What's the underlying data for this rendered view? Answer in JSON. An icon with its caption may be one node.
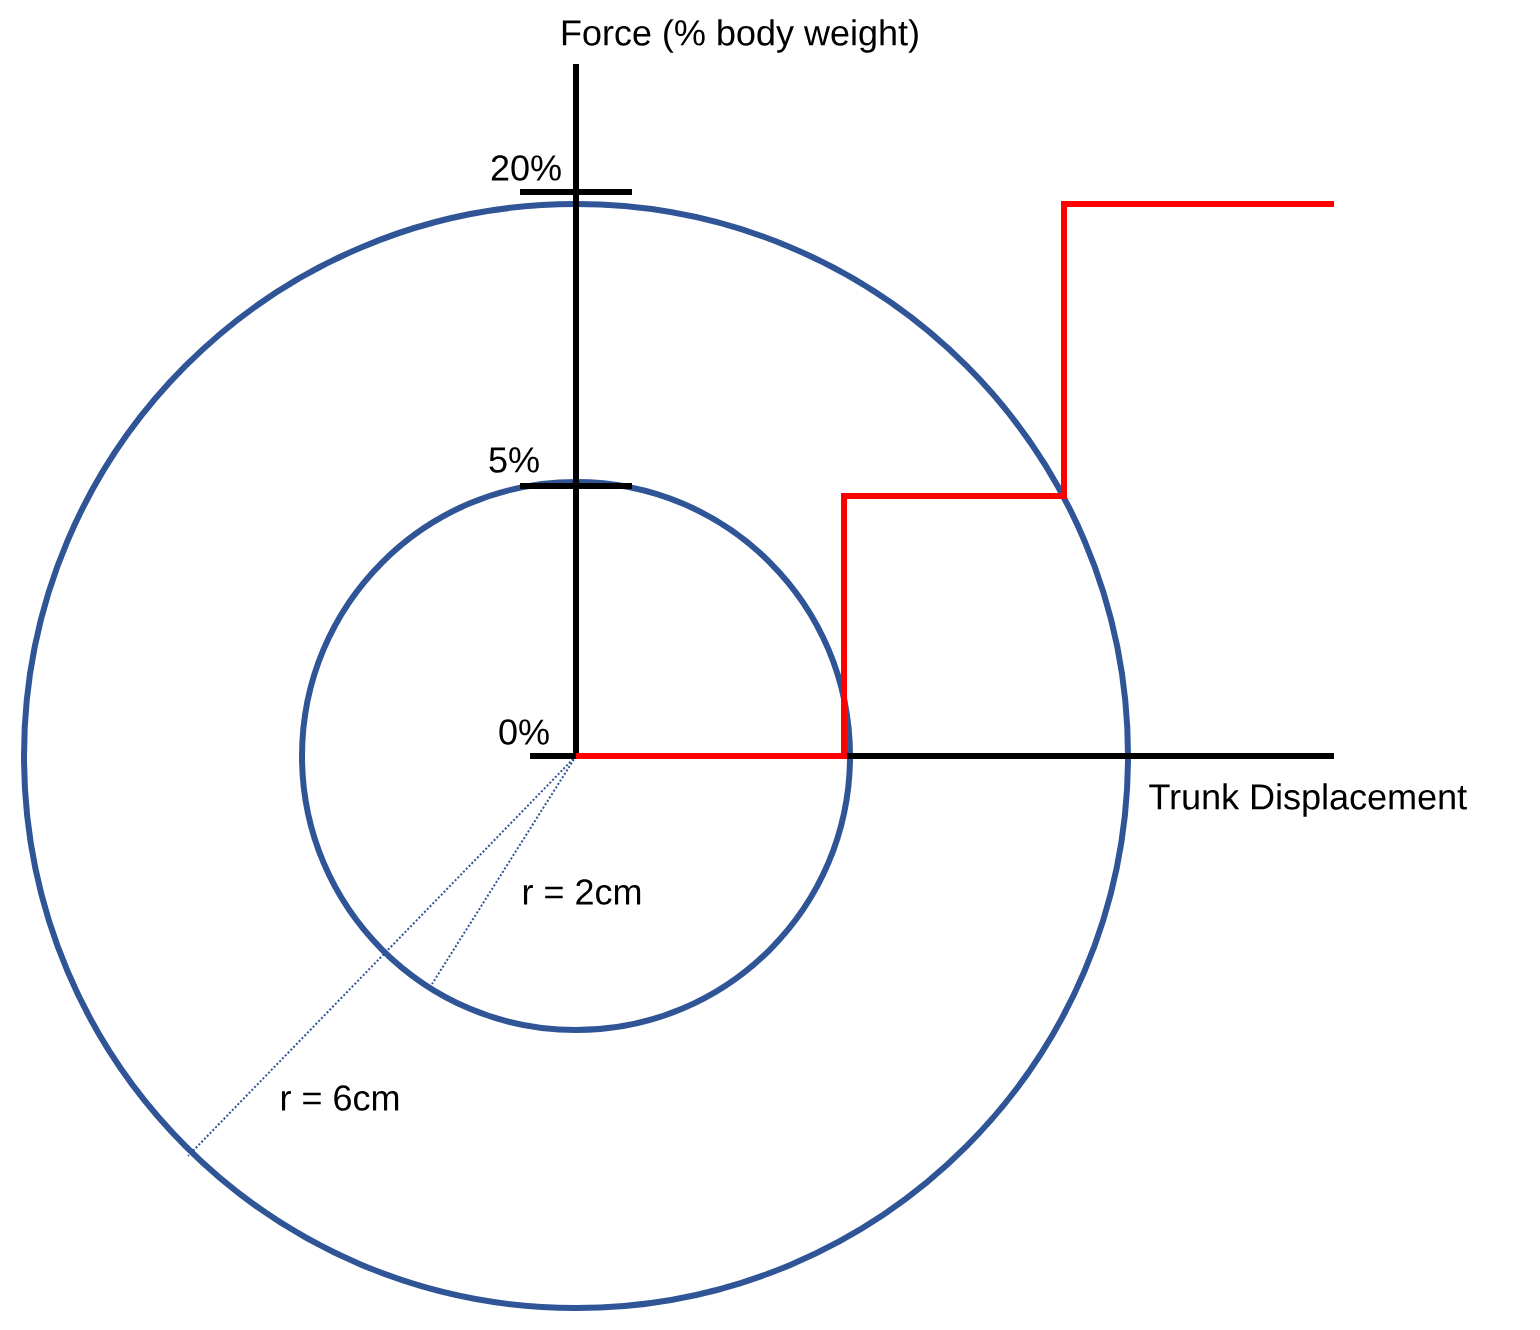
{
  "diagram": {
    "labels": [
      "Force (% body weight)",
      "20%",
      "5%",
      "0%",
      "Trunk Displacement",
      "r = 2cm",
      "r = 6cm"
    ]
  }
}
